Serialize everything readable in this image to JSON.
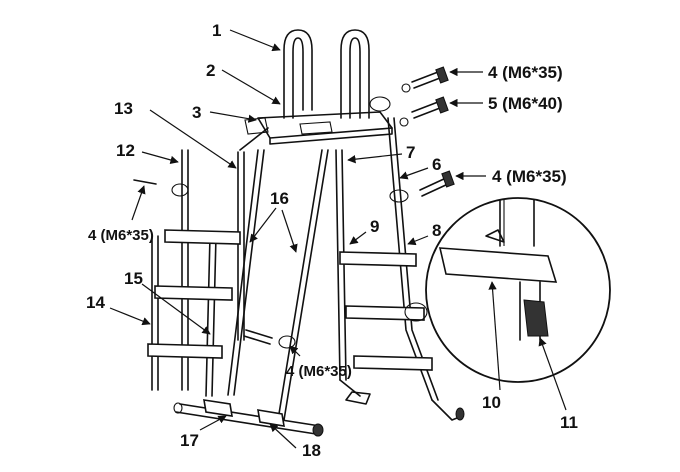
{
  "labels": {
    "l1": "1",
    "l2": "2",
    "l3": "3",
    "l4a": "4 (M6*35)",
    "l5": "5 (M6*40)",
    "l7": "7",
    "l6": "6",
    "l4b": "4 (M6*35)",
    "l12": "12",
    "l13": "13",
    "l4c": "4 (M6*35)",
    "l16": "16",
    "l9": "9",
    "l8": "8",
    "l15": "15",
    "l14": "14",
    "l4d": "4 (M6*35)",
    "l10": "10",
    "l11": "11",
    "l17": "17",
    "l18": "18"
  }
}
